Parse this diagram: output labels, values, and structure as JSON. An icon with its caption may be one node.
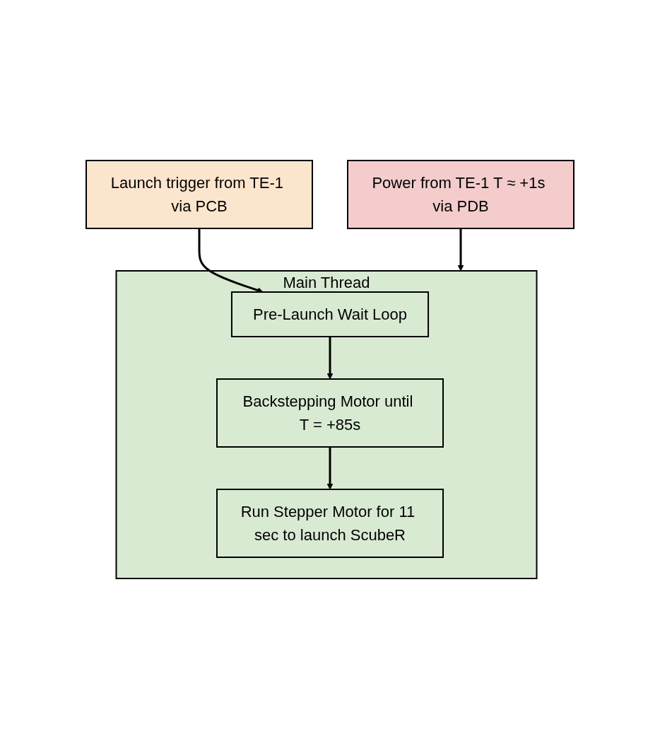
{
  "diagram": {
    "nodes": [
      {
        "text": [
          "Power from TE-1 T ≈ +1s via PDB"
        ]
      },
      {
        "text": [
          "Main Thread"
        ]
      },
      {
        "text": [
          "Launch trigger from TE-1 via PCB"
        ]
      },
      {
        "text": [
          "Pre-Launch Wait Loop"
        ],
        "in": 1
      },
      {
        "text": [
          "Backstepping Motor until T = +85s"
        ],
        "in": 1
      },
      {
        "text": [
          "Run Stepper Motor for 11 sec to launch ScubeR"
        ],
        "in": 1
      }
    ],
    "edges": [
      {
        "from": 0,
        "to": 1,
        "arrow": "to"
      },
      {
        "from": 2,
        "to": 3,
        "arrow": "to"
      },
      {
        "from": 3,
        "to": 4,
        "arrow": "to"
      },
      {
        "from": 4,
        "to": 5,
        "arrow": "to"
      }
    ]
  }
}
